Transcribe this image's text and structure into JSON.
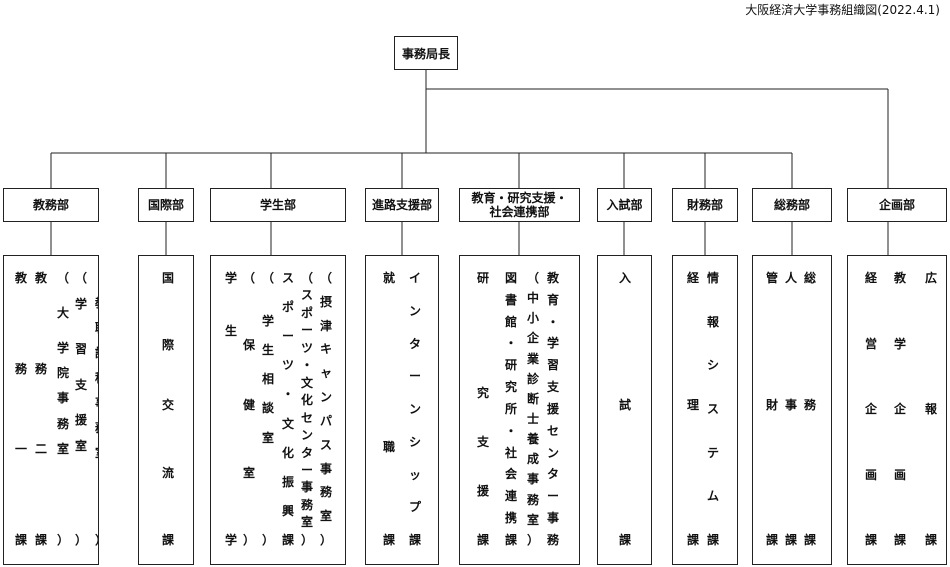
{
  "caption": "大阪経済大学事務組織図(2022.4.1)",
  "top": {
    "label": "事務局長"
  },
  "departments": [
    {
      "id": "kyomu",
      "name_lines": [
        "教務部"
      ],
      "units": [
        [
          "教",
          "",
          "",
          "",
          "",
          "",
          "",
          "",
          "務",
          "",
          "",
          "",
          "",
          "",
          "",
          "一",
          "",
          "",
          "",
          "",
          "",
          "",
          "",
          "課"
        ],
        [
          "教",
          "",
          "",
          "",
          "",
          "",
          "",
          "",
          "務",
          "",
          "",
          "",
          "",
          "",
          "",
          "二",
          "",
          "",
          "",
          "",
          "",
          "",
          "",
          "課"
        ],
        [
          "（",
          "",
          "",
          "大",
          "",
          "",
          "学",
          "",
          "院",
          "",
          "事",
          "",
          "務",
          "",
          "室",
          "",
          "",
          "",
          "",
          "",
          "",
          "",
          "",
          "）"
        ],
        [
          "（",
          "",
          "学",
          "",
          "",
          "",
          "習",
          "",
          "",
          "支",
          "",
          "",
          "援",
          "",
          "室",
          "",
          "",
          "",
          "",
          "",
          "",
          "",
          "",
          "）"
        ],
        [
          "（",
          "",
          "教",
          "",
          "職",
          "",
          "課",
          "",
          "程",
          "",
          "事",
          "",
          "務",
          "",
          "室",
          "",
          "",
          "",
          "",
          "",
          "",
          "",
          "",
          "）"
        ]
      ]
    },
    {
      "id": "kokusai",
      "name_lines": [
        "国際部"
      ],
      "units": [
        [
          "国",
          "",
          "",
          "",
          "",
          "",
          "",
          "",
          "際",
          "",
          "",
          "",
          "",
          "",
          "",
          "交",
          "",
          "",
          "",
          "",
          "",
          "",
          "",
          "流",
          "",
          "",
          "",
          "",
          "",
          "",
          "",
          "課"
        ]
      ]
    },
    {
      "id": "gakusei",
      "name_lines": [
        "学生部"
      ],
      "units": [
        [
          "学",
          "",
          "",
          "",
          "",
          "",
          "",
          "",
          "",
          "",
          "",
          "",
          "",
          "",
          "",
          "生",
          "",
          "",
          "",
          "",
          "",
          "",
          "",
          "",
          "",
          "",
          "",
          "",
          "",
          "",
          "",
          "",
          "",
          "",
          "",
          "",
          "",
          "",
          "",
          "",
          "",
          "",
          "",
          "",
          "",
          "",
          "",
          "",
          "",
          "",
          "",
          "",
          "",
          "",
          "",
          "",
          "",
          "",
          "",
          "",
          "",
          "",
          "",
          "",
          "",
          "",
          "",
          "",
          "",
          "",
          "",
          "",
          "",
          "",
          "",
          "",
          "",
          "",
          "",
          "",
          "",
          "",
          "",
          "",
          "",
          "",
          "",
          "",
          "学"
        ],
        [
          "（",
          "",
          "",
          "",
          "",
          "",
          "",
          "",
          "保",
          "",
          "",
          "",
          "",
          "",
          "",
          "健",
          "",
          "",
          "",
          "",
          "",
          "",
          "",
          "室",
          "",
          "",
          "",
          "",
          "",
          "",
          "",
          "）"
        ],
        [
          "（",
          "",
          "",
          "",
          "",
          "学",
          "",
          "",
          "生",
          "",
          "",
          "相",
          "",
          "",
          "談",
          "",
          "",
          "室",
          "",
          "",
          "",
          "",
          "",
          "",
          "",
          "",
          "",
          "",
          "",
          "",
          "",
          "）"
        ],
        [
          "ス",
          "ポ",
          "ー",
          "ツ",
          "・",
          "文",
          "化",
          "振",
          "興",
          "課"
        ],
        [
          "（",
          "ス",
          "ポ",
          "ー",
          "ツ",
          "・",
          "文",
          "化",
          "セ",
          "ン",
          "タ",
          "ー",
          "事",
          "務",
          "室",
          "）"
        ],
        [
          "（",
          "摂",
          "津",
          "キ",
          "ャ",
          "ン",
          "パ",
          "ス",
          "事",
          "務",
          "室",
          "）"
        ]
      ]
    },
    {
      "id": "shinro",
      "name_lines": [
        "進路支援部"
      ],
      "units": [
        [
          "就",
          "",
          "",
          "",
          "",
          "",
          "",
          "",
          "",
          "",
          "",
          "",
          "",
          "",
          "",
          "職",
          "",
          "",
          "",
          "",
          "",
          "",
          "",
          "課"
        ],
        [
          "イ",
          "ン",
          "タ",
          "ー",
          "ン",
          "シ",
          "ッ",
          "プ",
          "課"
        ]
      ]
    },
    {
      "id": "kyoiku",
      "name_lines": [
        "教育・研究支援・",
        "社会連携部"
      ],
      "units": [
        [
          "研",
          "",
          "",
          "",
          "",
          "",
          "",
          "究",
          "",
          "",
          "支",
          "",
          "",
          "援",
          "",
          "",
          "課"
        ],
        [
          "図",
          "書",
          "館",
          "・",
          "研",
          "究",
          "所",
          "・",
          "社",
          "会",
          "連",
          "携",
          "課"
        ],
        [
          "（",
          "中",
          "小",
          "企",
          "業",
          "診",
          "断",
          "士",
          "養",
          "成",
          "事",
          "務",
          "室",
          "）"
        ],
        [
          "教",
          "育",
          "・",
          "学",
          "習",
          "支",
          "援",
          "セ",
          "ン",
          "タ",
          "ー",
          "事",
          "務"
        ]
      ]
    },
    {
      "id": "nyushi",
      "name_lines": [
        "入試部"
      ],
      "units": [
        [
          "入",
          "",
          "",
          "",
          "",
          "",
          "",
          "",
          "",
          "",
          "",
          "",
          "",
          "",
          "",
          "試",
          "",
          "",
          "",
          "",
          "",
          "",
          "",
          "",
          "",
          "",
          "",
          "",
          "",
          "",
          "",
          "課"
        ]
      ]
    },
    {
      "id": "zaimu",
      "name_lines": [
        "財務部"
      ],
      "units": [
        [
          "経",
          "",
          "",
          "",
          "",
          "",
          "",
          "",
          "",
          "",
          "",
          "",
          "",
          "",
          "",
          "理",
          "",
          "",
          "",
          "",
          "",
          "",
          "",
          "",
          "",
          "",
          "",
          "",
          "",
          "",
          "",
          "課"
        ],
        [
          "情",
          "",
          "",
          "報",
          "",
          "",
          "シ",
          "",
          "",
          "ス",
          "",
          "",
          "テ",
          "",
          "",
          "ム",
          "",
          "",
          "課"
        ]
      ]
    },
    {
      "id": "somu",
      "name_lines": [
        "総務部"
      ],
      "units": [
        [
          "管",
          "",
          "",
          "",
          "",
          "",
          "",
          "",
          "",
          "",
          "",
          "",
          "",
          "",
          "",
          "財",
          "",
          "",
          "",
          "",
          "",
          "",
          "",
          "",
          "",
          "",
          "",
          "",
          "",
          "",
          "",
          "課"
        ],
        [
          "人",
          "",
          "",
          "",
          "",
          "",
          "",
          "",
          "",
          "",
          "",
          "",
          "",
          "",
          "",
          "事",
          "",
          "",
          "",
          "",
          "",
          "",
          "",
          "",
          "",
          "",
          "",
          "",
          "",
          "",
          "",
          "課"
        ],
        [
          "総",
          "",
          "",
          "",
          "",
          "",
          "",
          "",
          "",
          "",
          "",
          "",
          "",
          "",
          "",
          "務",
          "",
          "",
          "",
          "",
          "",
          "",
          "",
          "",
          "",
          "",
          "",
          "",
          "",
          "",
          "",
          "課"
        ]
      ]
    },
    {
      "id": "kikaku",
      "name_lines": [
        "企画部"
      ],
      "units": [
        [
          "経",
          "",
          "",
          "",
          "営",
          "",
          "",
          "",
          "企",
          "",
          "",
          "",
          "画",
          "",
          "",
          "",
          "課"
        ],
        [
          "教",
          "",
          "",
          "",
          "学",
          "",
          "",
          "",
          "企",
          "",
          "",
          "",
          "画",
          "",
          "",
          "",
          "課"
        ],
        [
          "広",
          "",
          "",
          "",
          "",
          "",
          "",
          "",
          "報",
          "",
          "",
          "",
          "",
          "",
          "",
          "",
          "課"
        ]
      ]
    }
  ]
}
